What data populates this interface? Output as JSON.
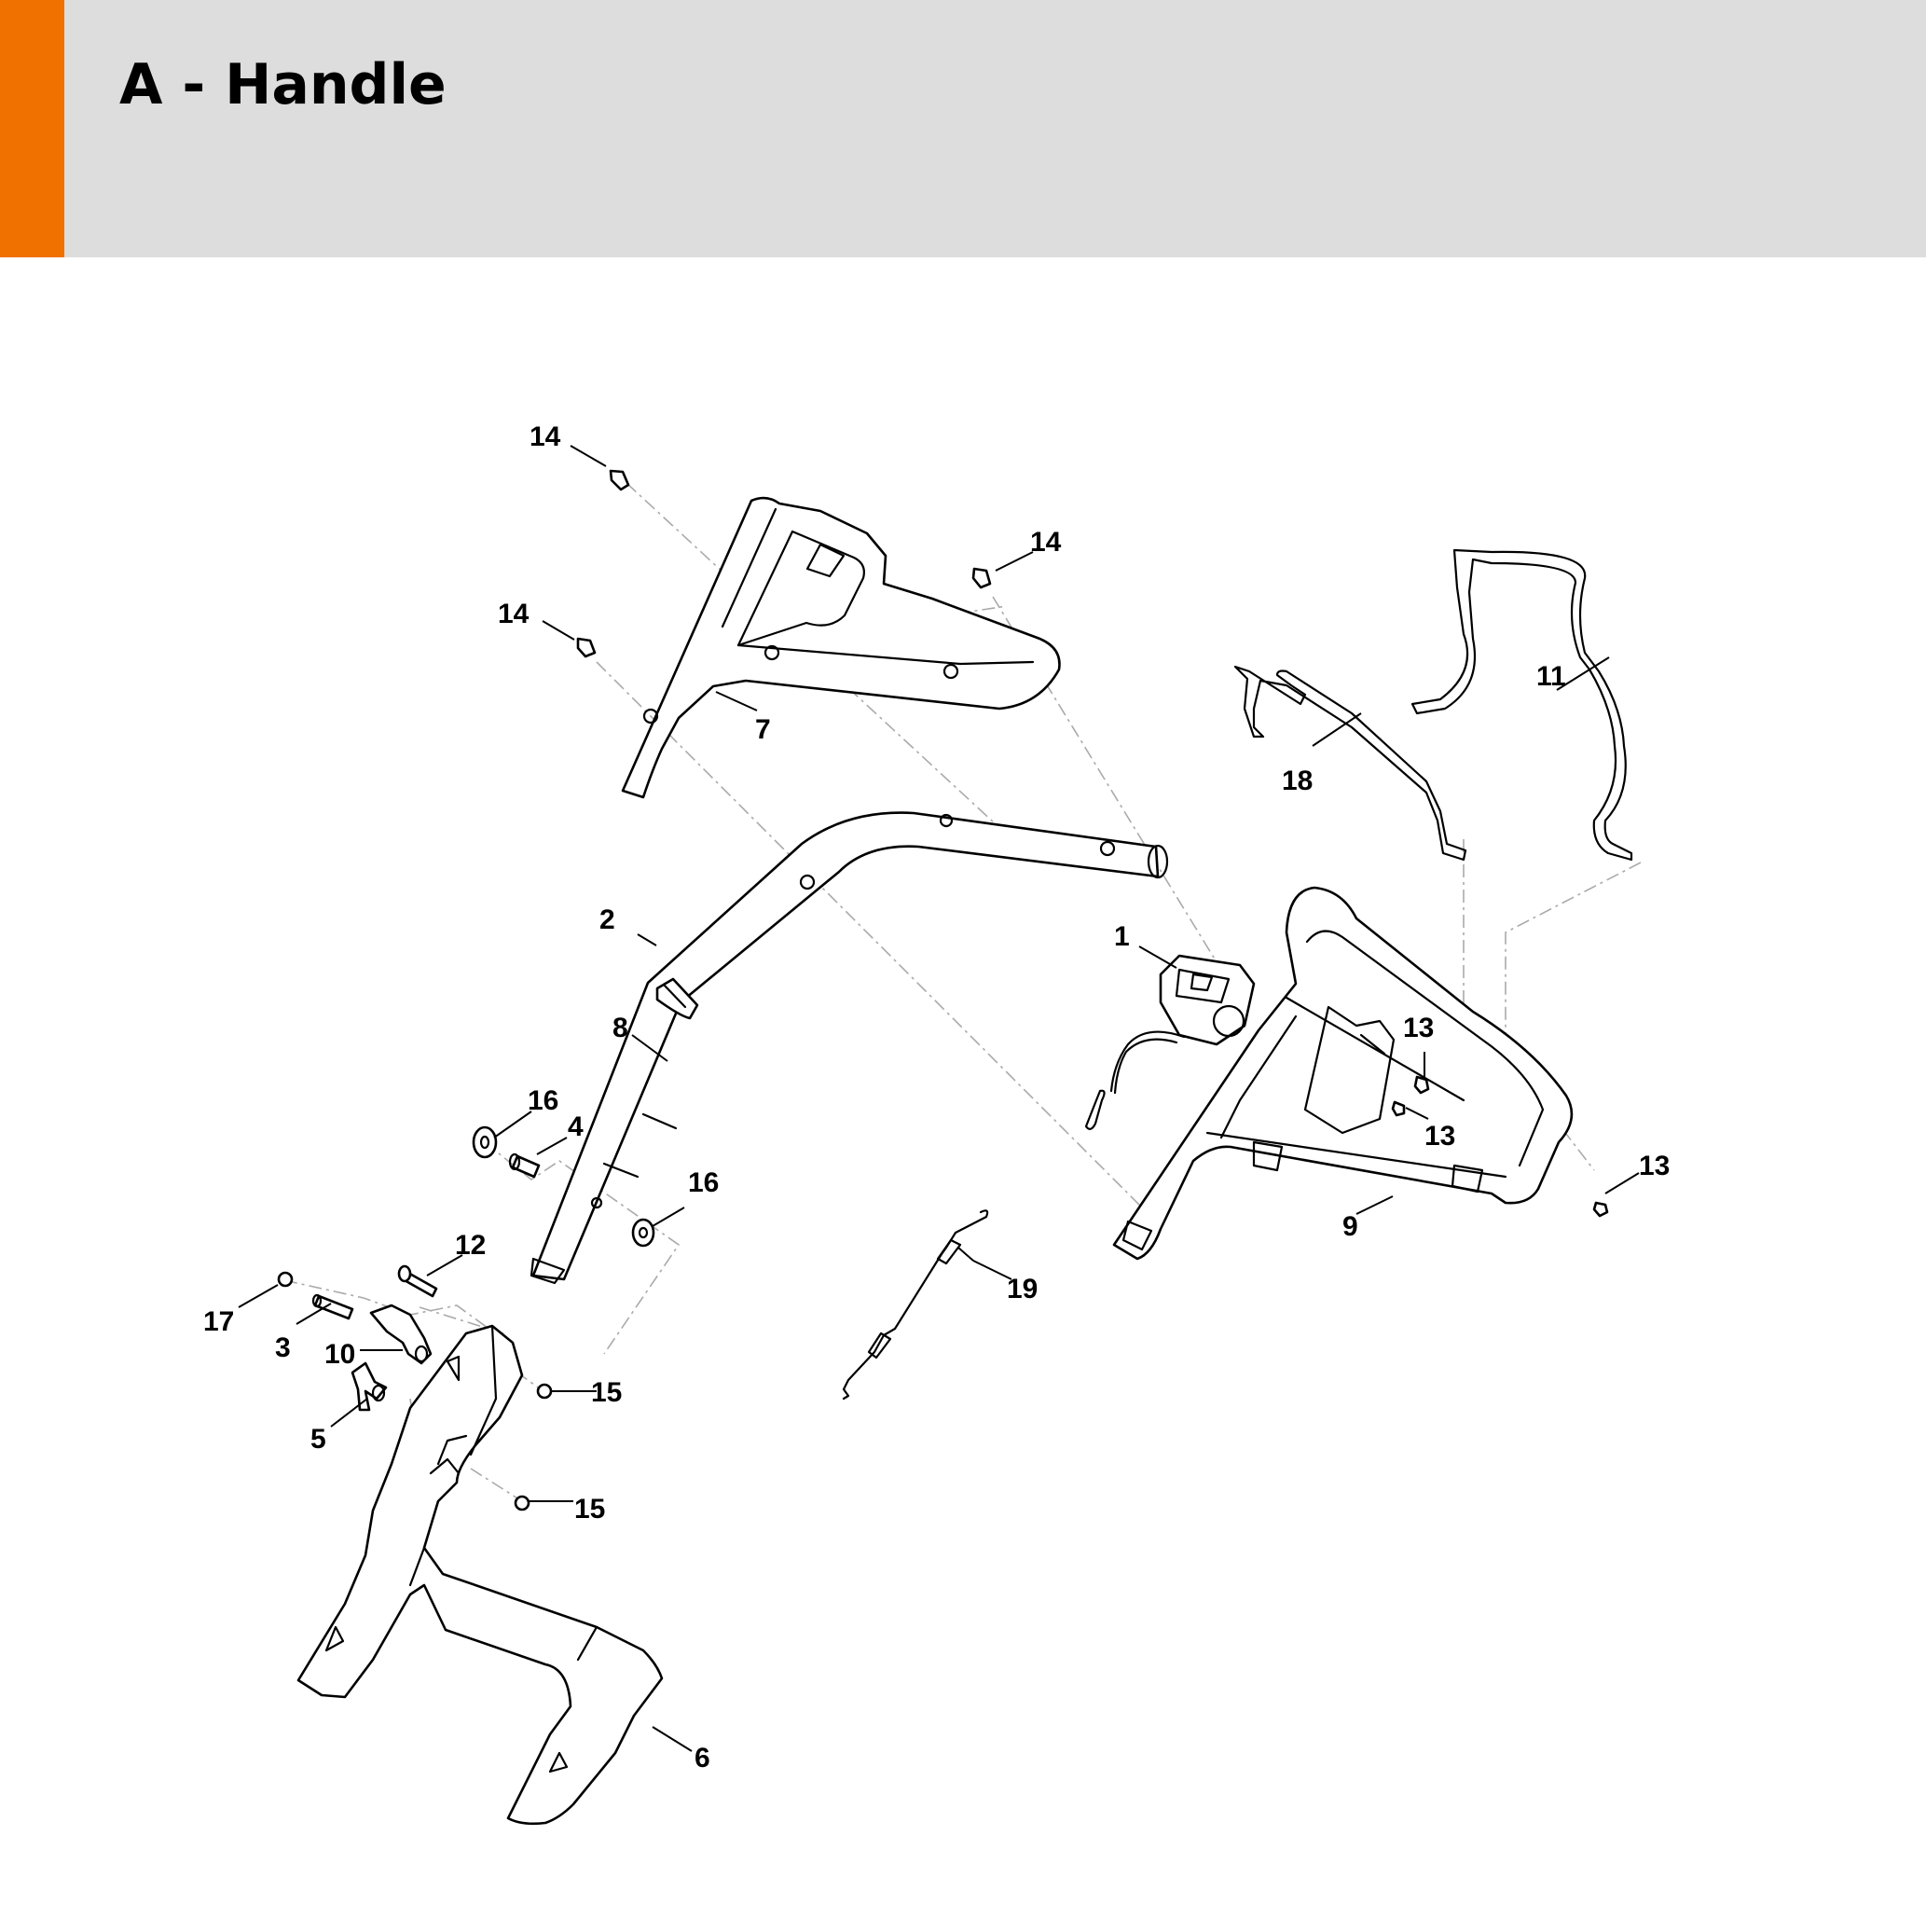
{
  "header": {
    "title": "A - Handle",
    "accent_color": "#f07100",
    "background_color": "#dcdddc"
  },
  "callouts": {
    "c1": "1",
    "c2": "2",
    "c3": "3",
    "c4": "4",
    "c5": "5",
    "c6": "6",
    "c7": "7",
    "c8": "8",
    "c9": "9",
    "c10": "10",
    "c11": "11",
    "c12": "12",
    "c13a": "13",
    "c13b": "13",
    "c13c": "13",
    "c14a": "14",
    "c14b": "14",
    "c14c": "14",
    "c15a": "15",
    "c15b": "15",
    "c16a": "16",
    "c16b": "16",
    "c17": "17",
    "c18": "18",
    "c19": "19"
  }
}
